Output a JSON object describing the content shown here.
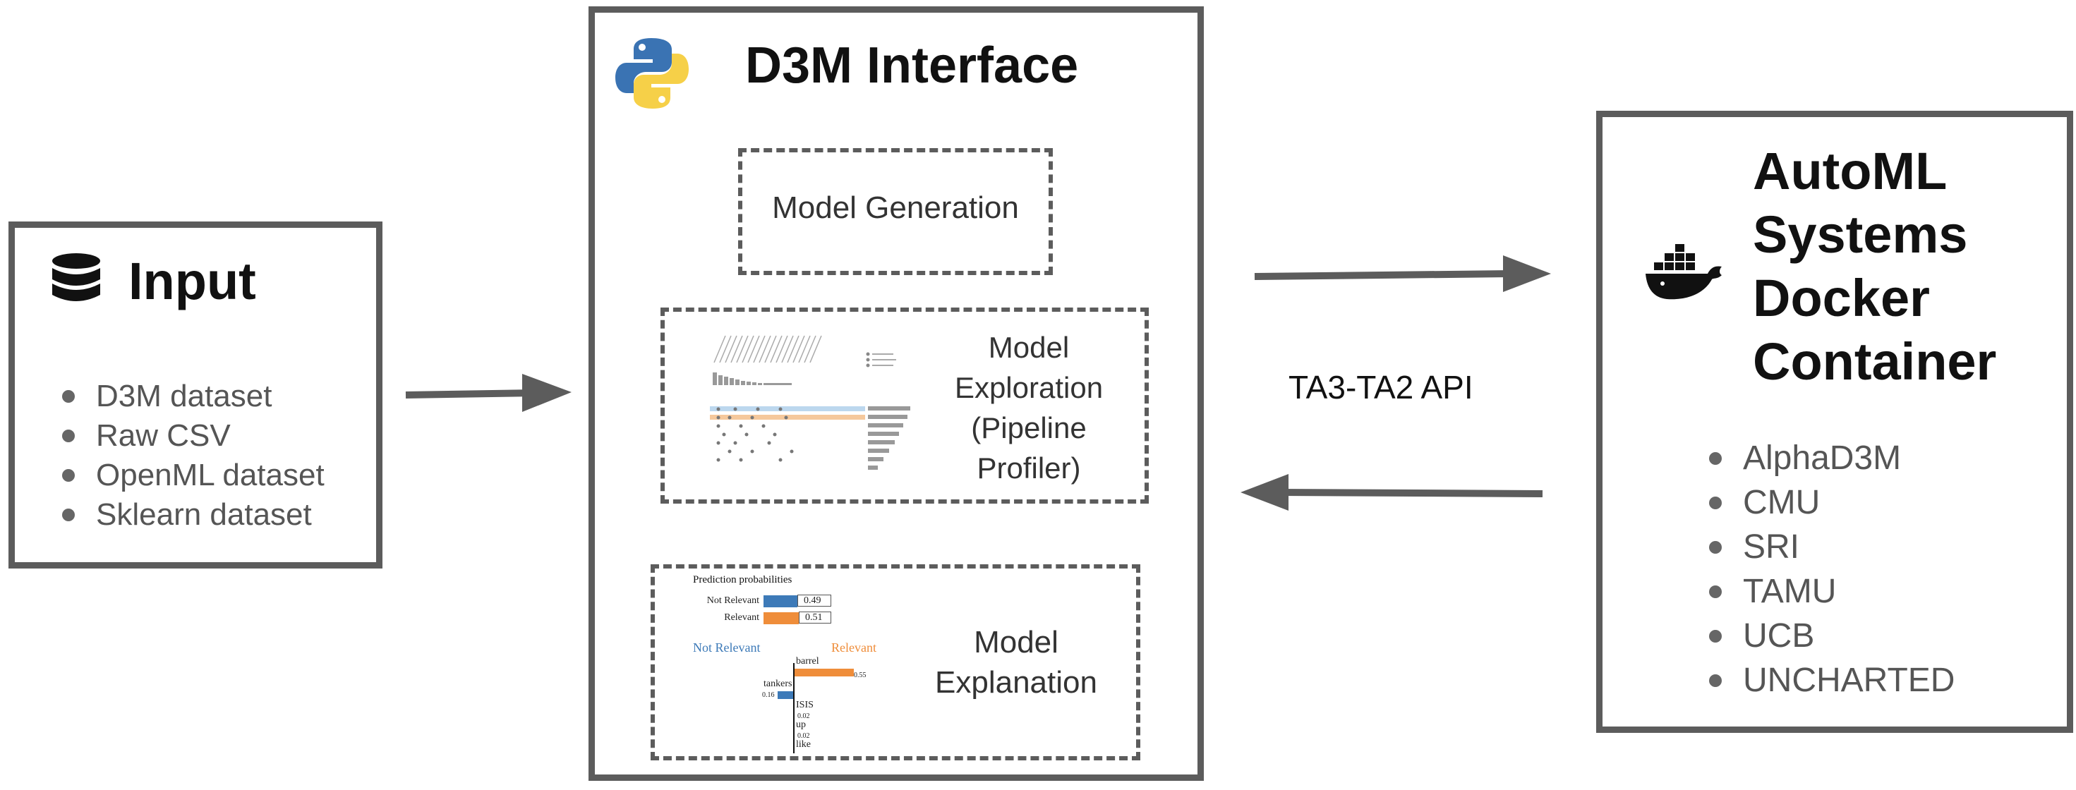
{
  "input": {
    "title": "Input",
    "items": [
      "D3M dataset",
      "Raw CSV",
      "OpenML dataset",
      "Sklearn dataset"
    ]
  },
  "interface": {
    "title": "D3M Interface",
    "model_generation": "Model Generation",
    "model_exploration": [
      "Model",
      "Exploration",
      "(Pipeline",
      "Profiler)"
    ],
    "model_explanation": [
      "Model",
      "Explanation"
    ]
  },
  "explanation_thumb": {
    "heading": "Prediction probabilities",
    "rows": [
      {
        "label": "Not Relevant",
        "value": "0.49"
      },
      {
        "label": "Relevant",
        "value": "0.51"
      }
    ],
    "left_class": "Not Relevant",
    "right_class": "Relevant",
    "words": [
      {
        "word": "barrel",
        "value": "0.55"
      },
      {
        "word": "tankers",
        "value": "0.16"
      },
      {
        "word": "ISIS",
        "value": "0.02"
      },
      {
        "word": "up",
        "value": "0.02"
      },
      {
        "word": "like",
        "value": ""
      }
    ]
  },
  "api_label": "TA3-TA2 API",
  "automl": {
    "title_lines": [
      "AutoML",
      "Systems",
      "Docker",
      "Container"
    ],
    "items": [
      "AlphaD3M",
      "CMU",
      "SRI",
      "TAMU",
      "UCB",
      "UNCHARTED"
    ]
  },
  "colors": {
    "border": "#5c5c5c",
    "blue_bar": "#3d7ab8",
    "orange_bar": "#ef8d3a",
    "python_blue": "#3a73b3",
    "python_yellow": "#f6d048"
  },
  "icons": [
    "database-icon",
    "python-logo-icon",
    "docker-whale-icon"
  ]
}
